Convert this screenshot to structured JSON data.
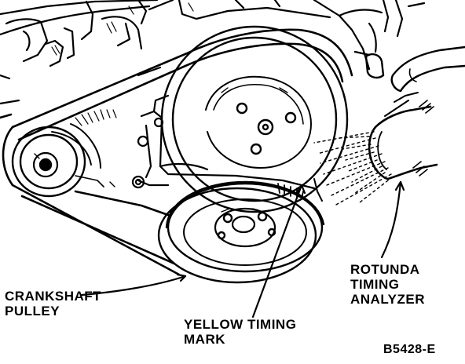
{
  "labels": {
    "crankshaft_pulley": [
      "CRANKSHAFT",
      "PULLEY"
    ],
    "yellow_timing_mark": [
      "YELLOW TIMING",
      "MARK"
    ],
    "rotunda_timing_analyzer": [
      "ROTUNDA",
      "TIMING",
      "ANALYZER"
    ],
    "figure_code": "B5428-E"
  },
  "colors": {
    "ink": "#000000",
    "paper": "#ffffff"
  }
}
